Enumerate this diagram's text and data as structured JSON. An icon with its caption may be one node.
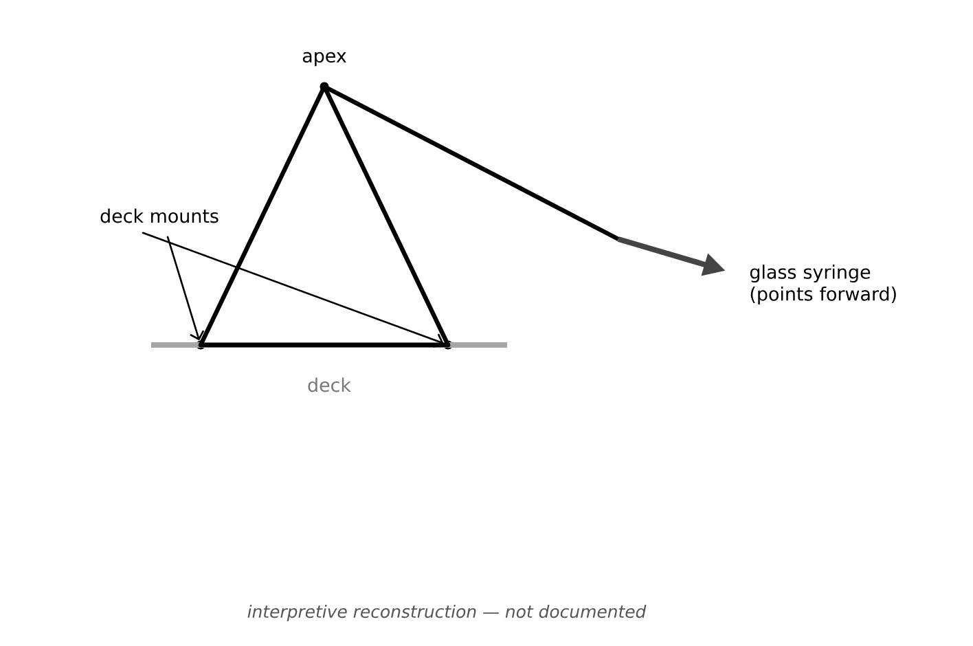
{
  "diagram": {
    "caption": "interpretive reconstruction — not documented",
    "nodes": [
      {
        "text": [],
        "shape": "circle",
        "beside": [
          "apex"
        ]
      },
      {
        "text": [],
        "shape": "circle"
      },
      {
        "text": [],
        "shape": "circle"
      },
      {
        "text": [],
        "shape": "bar",
        "beside": [
          "deck"
        ]
      },
      {
        "text": [
          "deck mounts"
        ]
      },
      {
        "text": [
          "glass syringe (points forward)"
        ]
      }
    ],
    "edges": [
      {
        "from": 0,
        "to": 1,
        "arrow": "none"
      },
      {
        "from": 0,
        "to": 2,
        "arrow": "none"
      },
      {
        "from": 1,
        "to": 2,
        "arrow": "none"
      },
      {
        "from": 4,
        "to": 1,
        "arrow": "to"
      },
      {
        "from": 4,
        "to": 2,
        "arrow": "to"
      },
      {
        "from": 0,
        "to": 5,
        "arrow": "to"
      }
    ]
  }
}
